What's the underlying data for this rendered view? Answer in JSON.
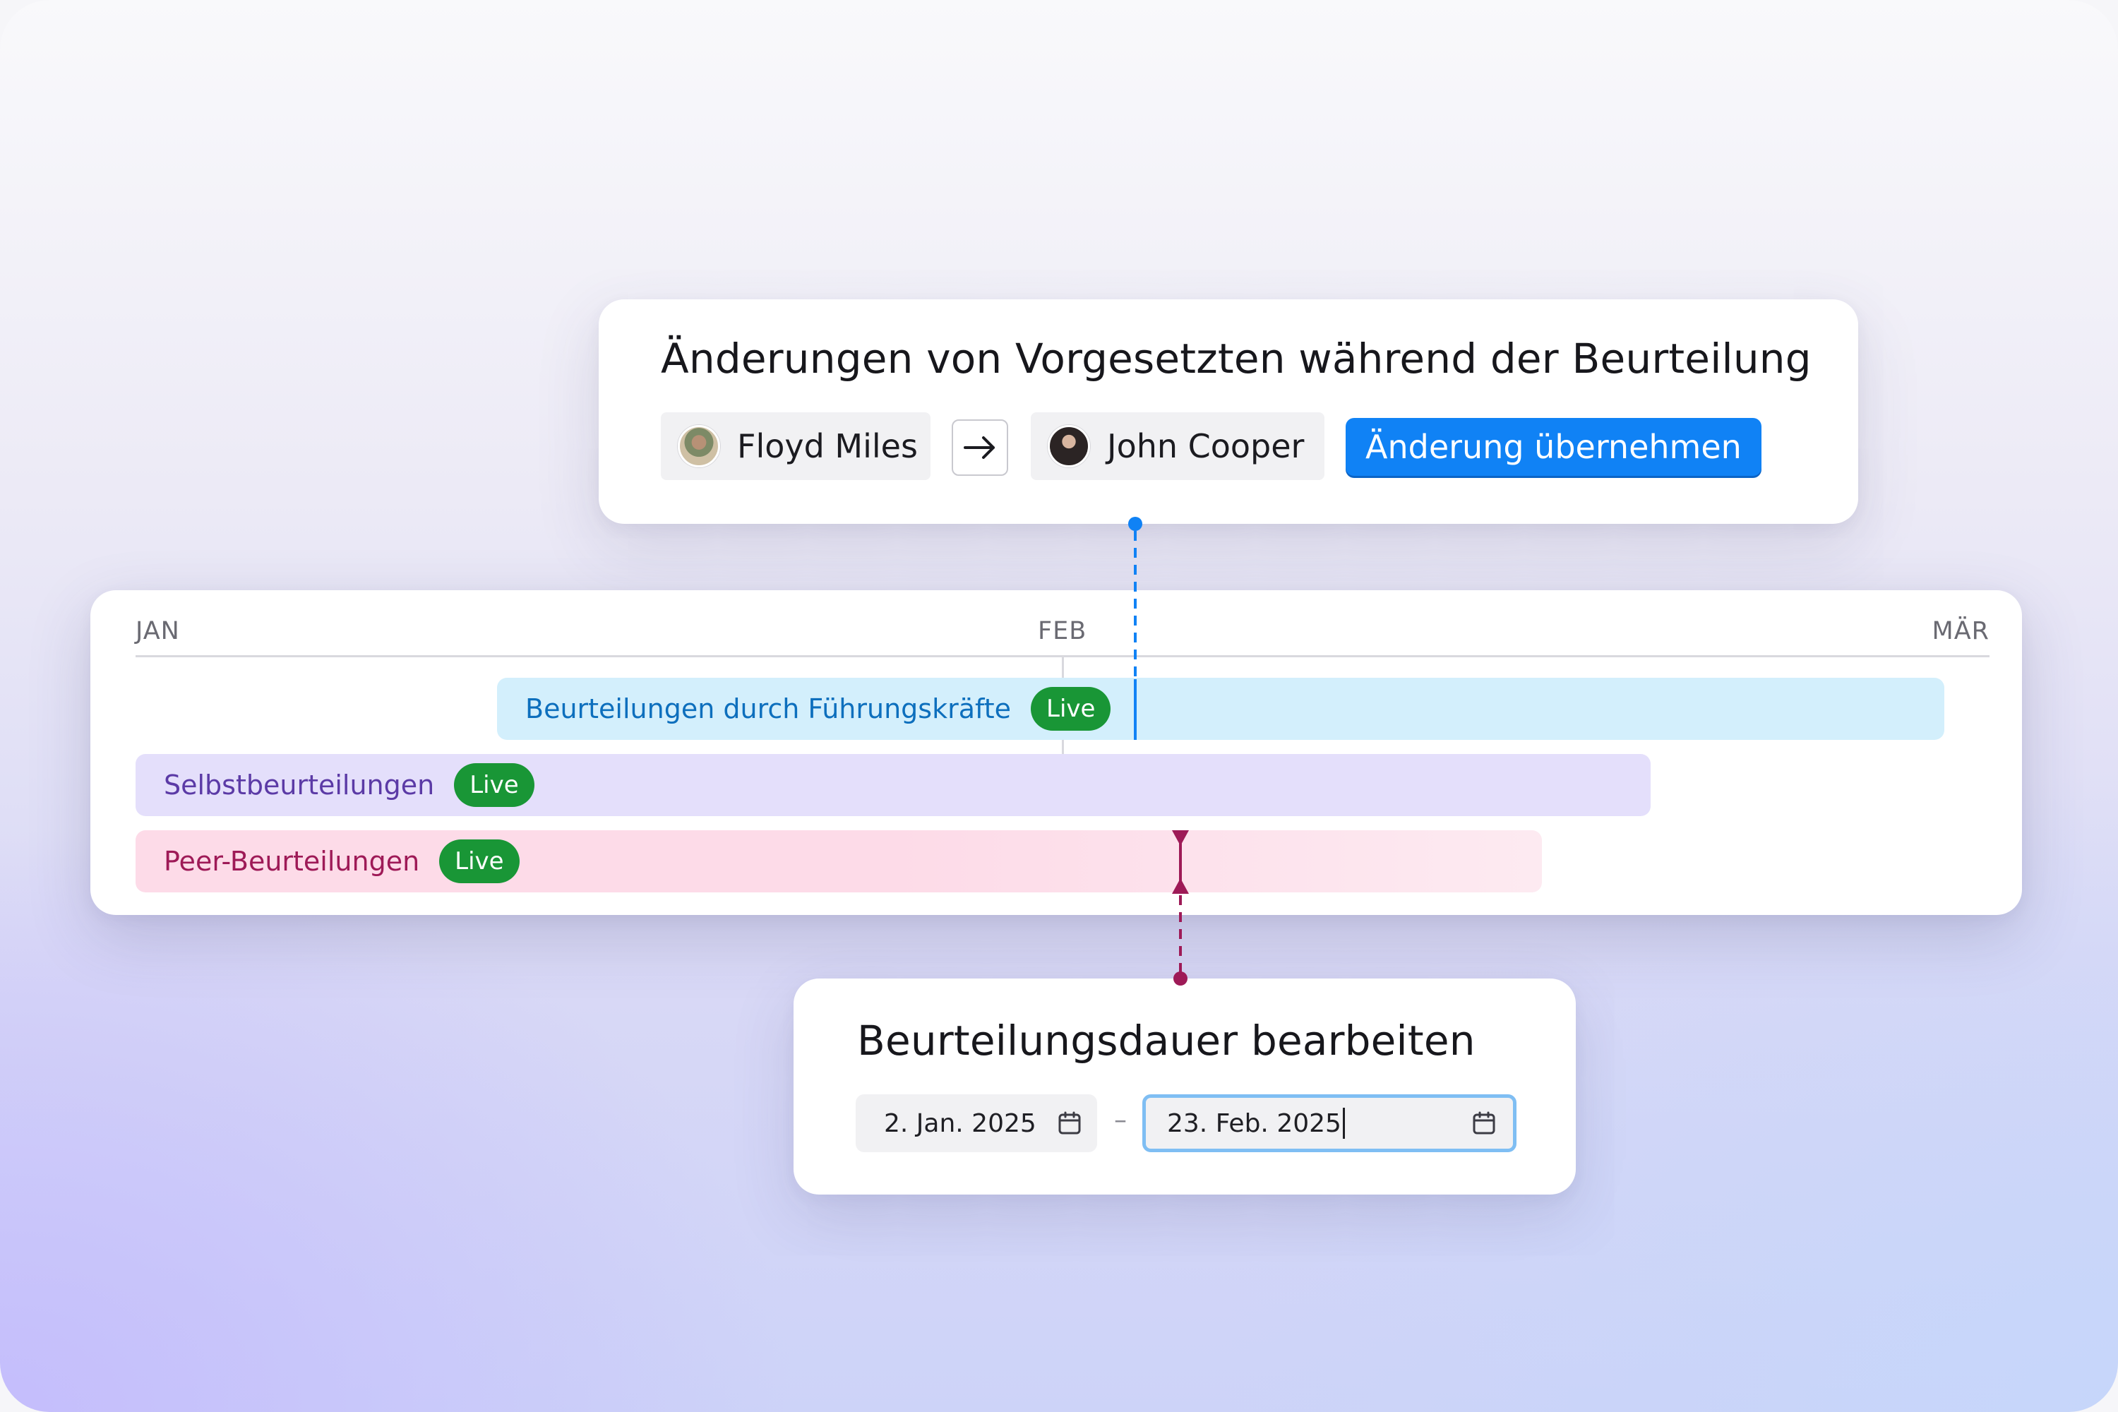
{
  "supervisor_change": {
    "title": "Änderungen von Vorgesetzten während der Beurteilung",
    "from_name": "Floyd Miles",
    "to_name": "John Cooper",
    "arrow_icon": "arrow-right-icon",
    "apply_label": "Änderung übernehmen"
  },
  "timeline": {
    "months": [
      "JAN",
      "FEB",
      "MÄR"
    ],
    "rows": [
      {
        "label": "Beurteilungen durch Führungskräfte",
        "status": "Live",
        "color": "#0d6fbd",
        "fill": "#d3effc"
      },
      {
        "label": "Selbstbeurteilungen",
        "status": "Live",
        "color": "#5b3aa6",
        "fill": "#e4dffb"
      },
      {
        "label": "Peer-Beurteilungen",
        "status": "Live",
        "color": "#9e1a57",
        "fill": "#fddbe8"
      }
    ]
  },
  "duration_edit": {
    "title": "Beurteilungsdauer bearbeiten",
    "start_date": "2. Jan. 2025",
    "separator": "–",
    "end_date": "23. Feb. 2025",
    "calendar_icon": "calendar-icon"
  },
  "colors": {
    "accent_blue": "#1082f5",
    "live_green": "#199636",
    "peer_marker": "#9e1a57"
  }
}
